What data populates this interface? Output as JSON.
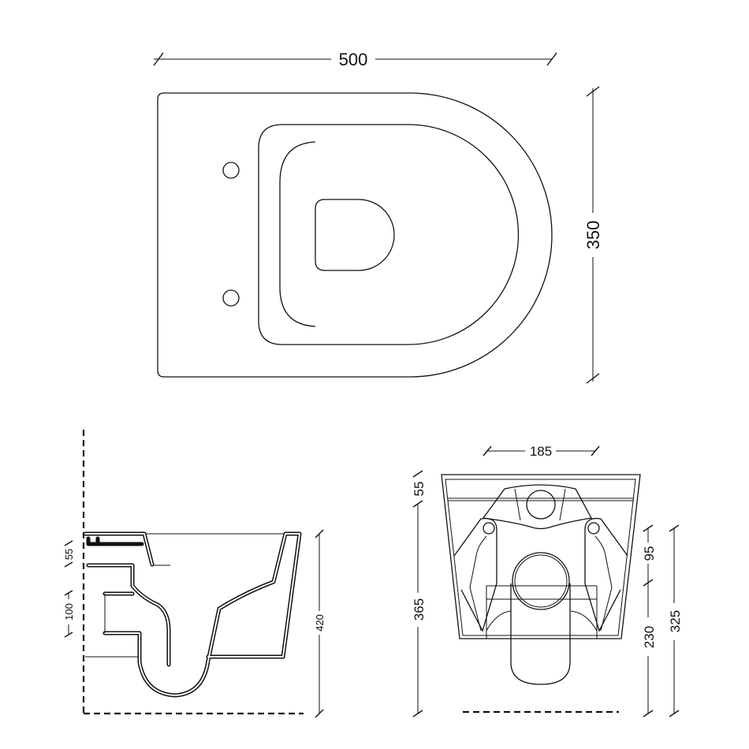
{
  "top_view": {
    "width_label": "500",
    "depth_label": "350"
  },
  "side_view": {
    "inlet_label": "55",
    "outlet_label": "100",
    "height_label": "420"
  },
  "rear_view": {
    "width_label": "185",
    "top_label": "55",
    "total_height_label": "365",
    "spacing_label": "95",
    "lower_label": "230",
    "fixing_height_label": "325"
  },
  "colors": {
    "line": "#111111",
    "background": "#ffffff"
  }
}
